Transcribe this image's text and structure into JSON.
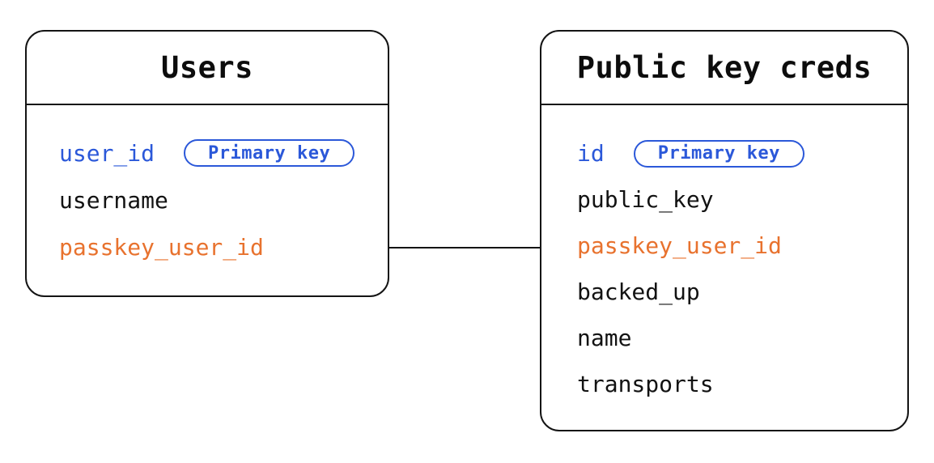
{
  "diagram": {
    "background": "#ffffff",
    "colors": {
      "border": "#141414",
      "text": "#121212",
      "primary_key_blue": "#2b58d9",
      "foreign_key_orange": "#e8722e"
    },
    "tables": [
      {
        "title": "Users",
        "fields": [
          {
            "name": "user_id",
            "type": "primary",
            "badge": "Primary key"
          },
          {
            "name": "username",
            "type": "plain"
          },
          {
            "name": "passkey_user_id",
            "type": "foreign"
          }
        ]
      },
      {
        "title": "Public key creds",
        "fields": [
          {
            "name": "id",
            "type": "primary",
            "badge": "Primary key"
          },
          {
            "name": "public_key",
            "type": "plain"
          },
          {
            "name": "passkey_user_id",
            "type": "foreign"
          },
          {
            "name": "backed_up",
            "type": "plain"
          },
          {
            "name": "name",
            "type": "plain"
          },
          {
            "name": "transports",
            "type": "plain"
          }
        ]
      }
    ],
    "relationship": {
      "from": "Users.passkey_user_id",
      "to": "Public key creds.passkey_user_id"
    }
  }
}
